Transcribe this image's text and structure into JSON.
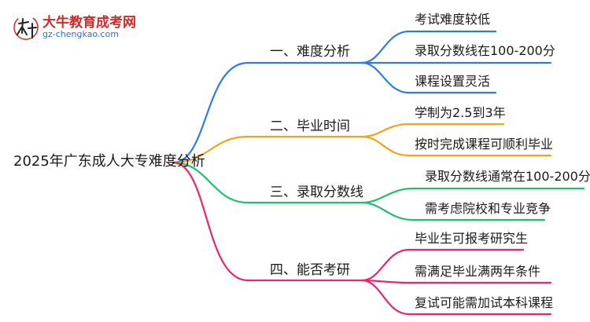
{
  "logo": {
    "title": "大牛教育成考网",
    "subtitle": "gz-chengkao.com",
    "icon_name": "da-niu-logo-icon"
  },
  "mindmap": {
    "root": "2025年广东成人大专难度分析",
    "branches": [
      {
        "label": "一、难度分析",
        "color": "#2f7de1",
        "children": [
          "考试难度较低",
          "录取分数线在100-200分",
          "课程设置灵活"
        ]
      },
      {
        "label": "二、毕业时间",
        "color": "#f0a418",
        "children": [
          "学制为2.5到3年",
          "按时完成课程可顺利毕业"
        ]
      },
      {
        "label": "三、录取分数线",
        "color": "#20c06b",
        "children": [
          "录取分数线通常在100-200分",
          "需考虑院校和专业竞争"
        ]
      },
      {
        "label": "四、能否考研",
        "color": "#e8256e",
        "children": [
          "毕业生可报考研究生",
          "需满足毕业满两年条件",
          "复试可能需加试本科课程"
        ]
      }
    ]
  }
}
